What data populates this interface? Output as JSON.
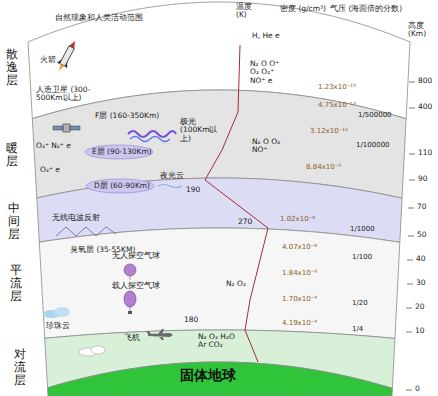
{
  "diagram": {
    "nodes": [
      {
        "text": [
          "散逸层"
        ]
      },
      {
        "text": [
          "暖层"
        ]
      },
      {
        "text": [
          "中间层"
        ]
      },
      {
        "text": [
          "平流层"
        ]
      },
      {
        "text": [
          "对流层"
        ]
      },
      {
        "text": [
          "固体地球"
        ]
      }
    ],
    "labels": [
      "自然现象和人类活动范围",
      "温度 (K)",
      "密度 (g/cm³)",
      "气压 (海面倍的分数)",
      "高度 (Km)",
      "H, He e",
      "火箭",
      "人造卫星 (300-500Km以上)",
      "F层 (160-350Km)",
      "极光 (100Km以上)",
      "N₂ O O⁺ O₂ O₂⁺ NO⁺ e",
      "O₂⁺ N₂⁺ e",
      "E层 (90-130Km)",
      "N₂ O O₂ NO⁺",
      "O₂⁺ e",
      "D层 (60-90Km)",
      "夜光云",
      "190",
      "无线电波反射",
      "270",
      "臭氧层 (35-55KM)",
      "无人探空气球",
      "载人探空气球",
      "N₂ O₂",
      "珍珠云",
      "180",
      "飞机",
      "N₂ O₂ H₂O Ar CO₂",
      "1.23x10⁻¹⁵",
      "4.75x10⁻¹³",
      "3.12x10⁻¹¹",
      "8.84x10⁻⁹",
      "1.02x10⁻⁶",
      "4.07x10⁻⁶",
      "1.84x10⁻⁵",
      "1.70x10⁻⁴",
      "4.19x10⁻⁴",
      "1/500000",
      "1/100000",
      "1/1000",
      "1/100",
      "1/20",
      "1/4",
      "800",
      "400",
      "110",
      "90",
      "70",
      "50",
      "40",
      "30",
      "20",
      "10",
      "0"
    ]
  }
}
